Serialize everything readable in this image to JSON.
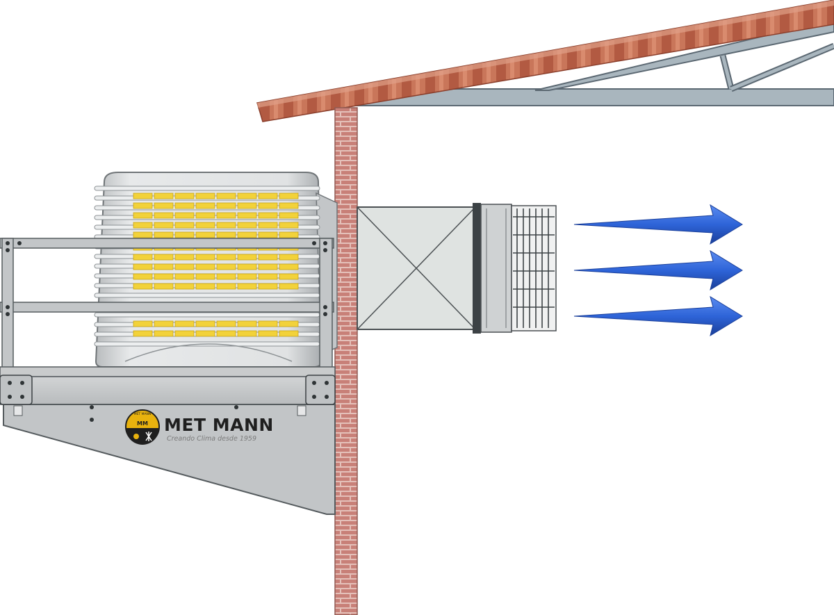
{
  "brand": {
    "name": "MET MANN",
    "tagline": "Creando Clima desde 1959",
    "emblem_initials": "MM",
    "emblem_text": "MET MANN"
  },
  "colors": {
    "roof_tile": "#c9765a",
    "roof_tile_dark": "#a5523b",
    "truss": "#9aa9b2",
    "truss_stroke": "#5b6872",
    "wall_brick": "#c98c84",
    "wall_mortar": "#e6c3bd",
    "cooler_body": "#d8dadb",
    "cooler_pad": "#f2d23a",
    "duct": "#dadedc",
    "metal": "#c8cacb",
    "arrow": "#2e64d8",
    "arrow_dark": "#1a3f9a",
    "brand_text": "#1f1f1f",
    "tag_text": "#7a7a7a",
    "logo_gold": "#e8b20e"
  },
  "icons": {
    "emblem": "fan-snowflake-emblem-icon",
    "airflow": "airflow-arrow-icon"
  },
  "airflow": {
    "arrow_count": 3
  }
}
